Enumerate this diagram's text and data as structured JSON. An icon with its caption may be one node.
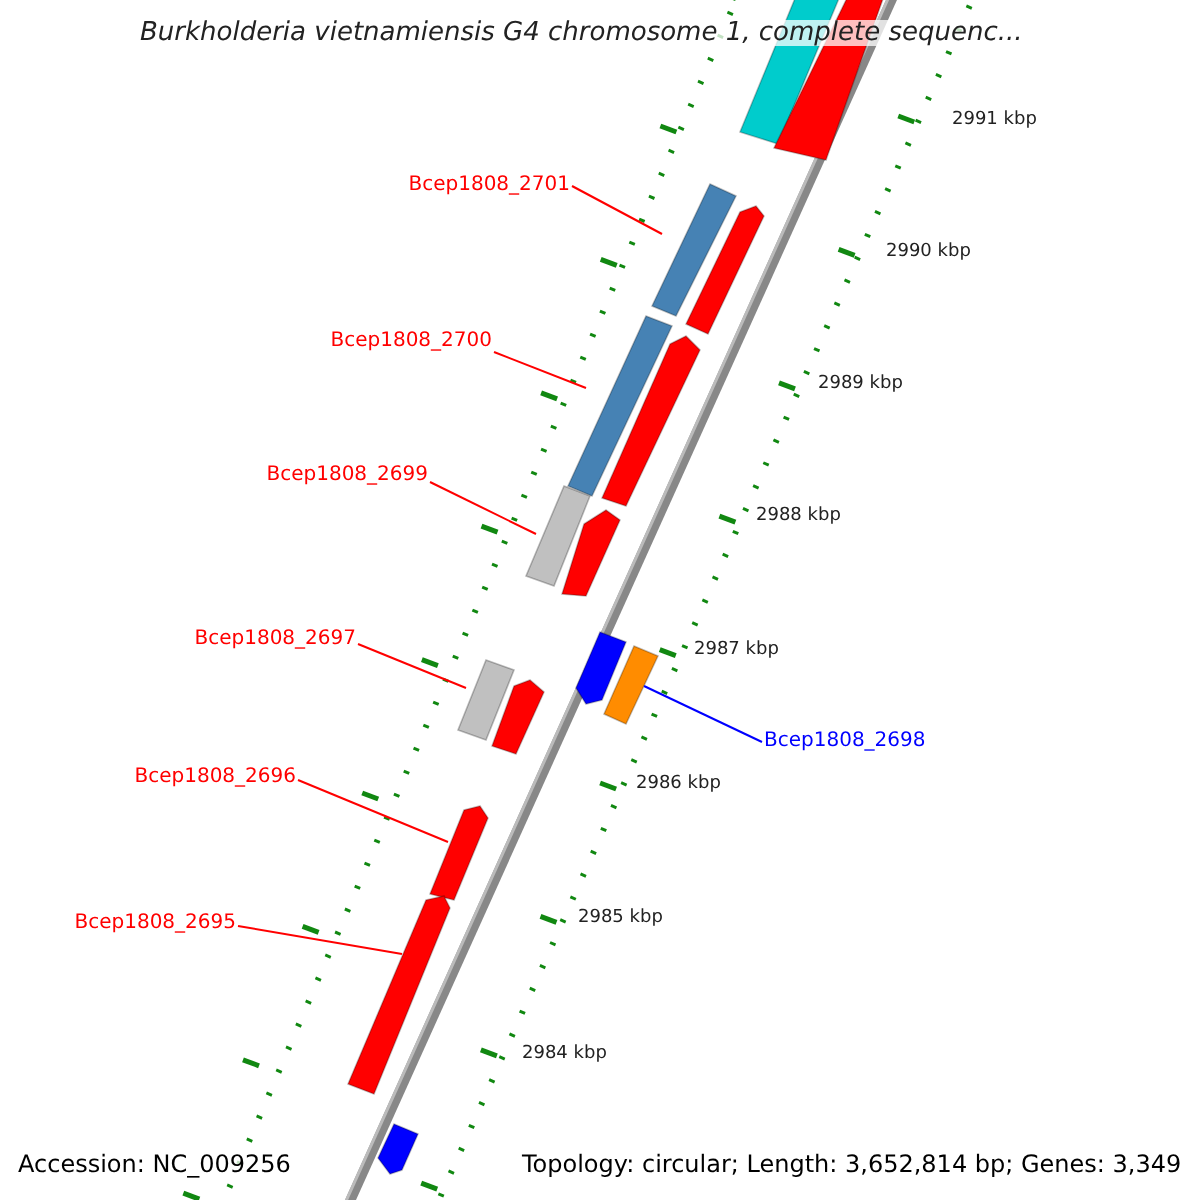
{
  "diagram": {
    "title": "Burkholderia vietnamiensis G4 chromosome 1, complete sequenc...",
    "nodes": [
      {
        "text": [
          "Bcep1808_2701"
        ]
      },
      {
        "text": [],
        "shape": "bar"
      },
      {
        "text": [
          "Bcep1808_2700"
        ]
      },
      {
        "text": [],
        "shape": "bar"
      },
      {
        "text": [
          "Bcep1808_2699"
        ]
      },
      {
        "text": [],
        "shape": "bar"
      },
      {
        "text": [
          "Bcep1808_2697"
        ]
      },
      {
        "text": [],
        "shape": "bar"
      },
      {
        "text": [
          "Bcep1808_2698"
        ]
      },
      {
        "text": [],
        "shape": "bar"
      },
      {
        "text": [
          "Bcep1808_2696"
        ]
      },
      {
        "text": [],
        "shape": "bar"
      },
      {
        "text": [
          "Bcep1808_2695"
        ]
      },
      {
        "text": [],
        "shape": "bar"
      },
      {
        "text": [],
        "shape": "bar"
      },
      {
        "text": [],
        "shape": "bar"
      },
      {
        "text": [],
        "shape": "bar"
      },
      {
        "text": [],
        "shape": "bar"
      },
      {
        "text": [],
        "shape": "bar"
      },
      {
        "text": [],
        "shape": "bar"
      },
      {
        "text": [],
        "shape": "bar"
      },
      {
        "text": [],
        "shape": "bar"
      }
    ],
    "edges": [
      {
        "from": 0,
        "to": 1,
        "arrow": "none"
      },
      {
        "from": 2,
        "to": 3,
        "arrow": "none"
      },
      {
        "from": 4,
        "to": 5,
        "arrow": "none"
      },
      {
        "from": 6,
        "to": 7,
        "arrow": "none"
      },
      {
        "from": 8,
        "to": 9,
        "arrow": "none",
        "color": "#0000ff"
      },
      {
        "from": 10,
        "to": 11,
        "arrow": "none"
      },
      {
        "from": 12,
        "to": 13,
        "arrow": "none"
      }
    ],
    "labels": [
      "2991 kbp",
      "2990 kbp",
      "2989 kbp",
      "2988 kbp",
      "2987 kbp",
      "2986 kbp",
      "2985 kbp",
      "2984 kbp",
      "Accession: NC_009256",
      "Topology: circular; Length: 3,652,814 bp; Genes: 3,349"
    ]
  }
}
